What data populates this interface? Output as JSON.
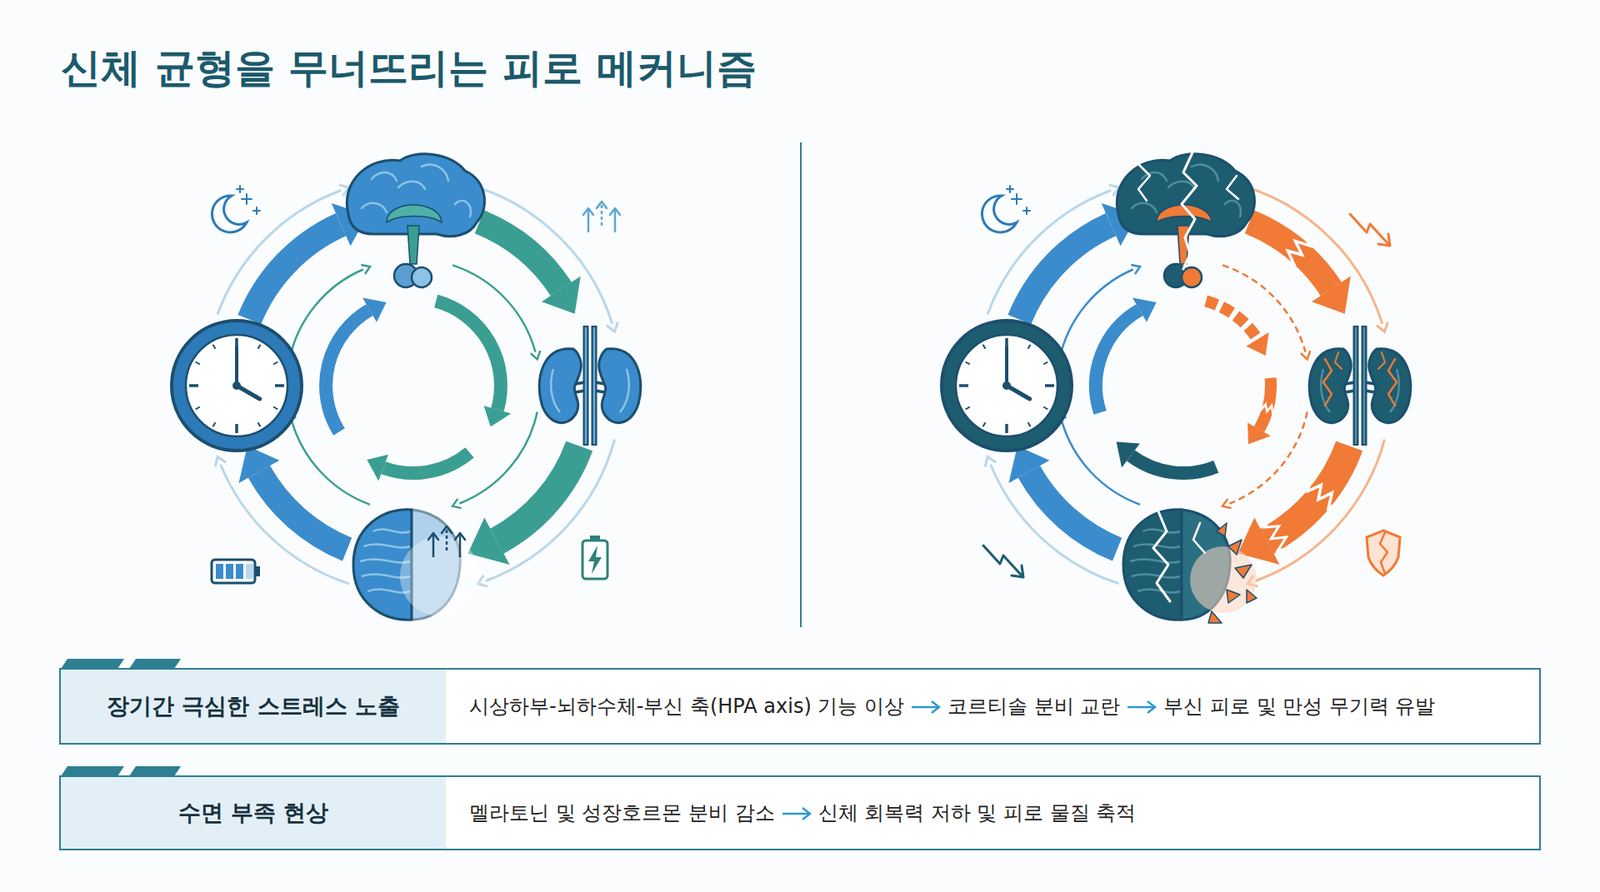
{
  "diagram": {
    "title": "신체 균형을 무너뜨리는 피로 메커니즘",
    "nodes": [
      {
        "text": [
          "장기간 극심한 스트레스 노출",
          "시상하부-뇌하수체-부신 축(HPA axis) 기능 이상",
          "코르티솔 분비 교란",
          "부신 피로 및 만성 무기력 유발"
        ]
      },
      {
        "text": [
          "수면 부족 현상",
          "멜라토닌 및 성장호르몬 분비 감소",
          "신체 회복력 저하 및 피로 물질 축적"
        ]
      }
    ]
  }
}
